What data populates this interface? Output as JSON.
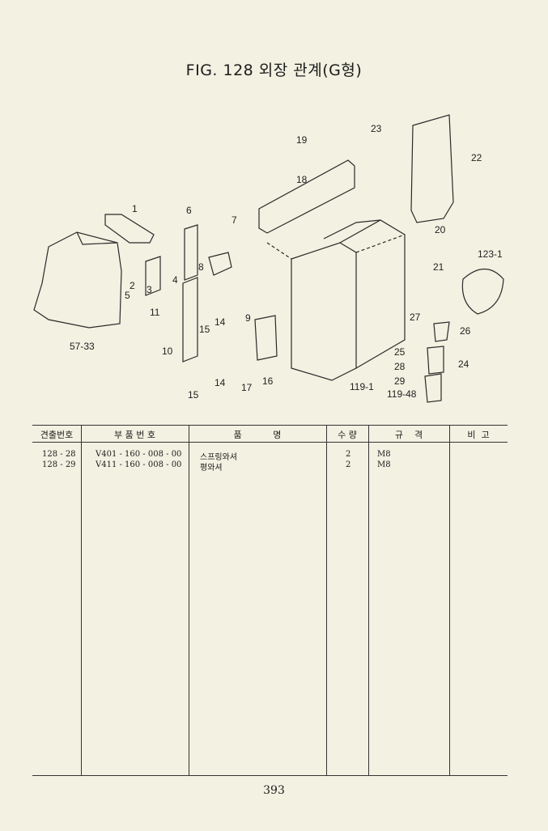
{
  "title": "FIG. 128 외장 관계(G형)",
  "callouts": [
    "1",
    "2",
    "3",
    "4",
    "5",
    "6",
    "7",
    "8",
    "9",
    "10",
    "11",
    "14",
    "15",
    "14",
    "15",
    "16",
    "17",
    "18",
    "19",
    "20",
    "21",
    "22",
    "23",
    "24",
    "25",
    "26",
    "27",
    "28",
    "29",
    "57-33",
    "119-1",
    "119-48",
    "123-1"
  ],
  "table": {
    "headers": [
      "견출번호",
      "부 품 번 호",
      "품           명",
      "수 량",
      "규    격",
      "비  고"
    ],
    "rows": [
      {
        "ref": "128 - 28",
        "part_no": "V401 - 160 - 008 - 00",
        "name": "스프링와셔",
        "qty": "2",
        "spec": "M8",
        "note": ""
      },
      {
        "ref": "128 - 29",
        "part_no": "V411 - 160 - 008 - 00",
        "name": "평와셔",
        "qty": "2",
        "spec": "M8",
        "note": ""
      }
    ]
  },
  "page_number": "393"
}
